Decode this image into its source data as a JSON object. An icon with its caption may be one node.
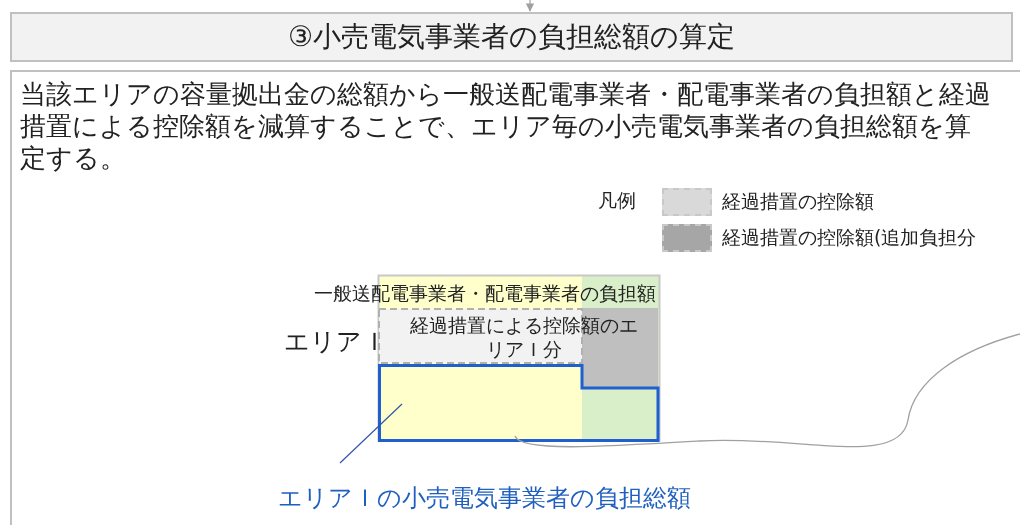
{
  "diagram": {
    "nodes": [
      {
        "text": [
          "③小売電気事業者の負担総額の算定"
        ]
      },
      {
        "text": [
          "当該エリアの容量拠出金の総額から一般送配電事業者・配電事業者の負担額と経過措置による控除額を減算することで、エリア毎の小売電気事業者の負担総額を算定する。"
        ]
      },
      {
        "text": [
          "一般送配電事業者・配電事業者の負担額"
        ],
        "in": 1
      },
      {
        "text": [
          "経過措置による控除額のエリアＩ分"
        ],
        "in": 2
      },
      {
        "text": [],
        "shape": "box",
        "in": 2
      },
      {
        "text": [
          "エリアＩの小売電気事業者の負担総額"
        ],
        "in": 1
      }
    ],
    "edges": [
      {
        "from": null,
        "to": 0,
        "arrow": "to"
      },
      {
        "from": 5,
        "to": 4,
        "arrow": "none",
        "color": "#3355aa"
      }
    ],
    "labels": [
      "凡例",
      "エリアＩ"
    ],
    "legend": [
      {
        "text": "経過措置の控除額",
        "color": "#d9d9d9"
      },
      {
        "text": "経過措置の控除額(追加負担分",
        "color": "#a6a6a6"
      }
    ]
  }
}
